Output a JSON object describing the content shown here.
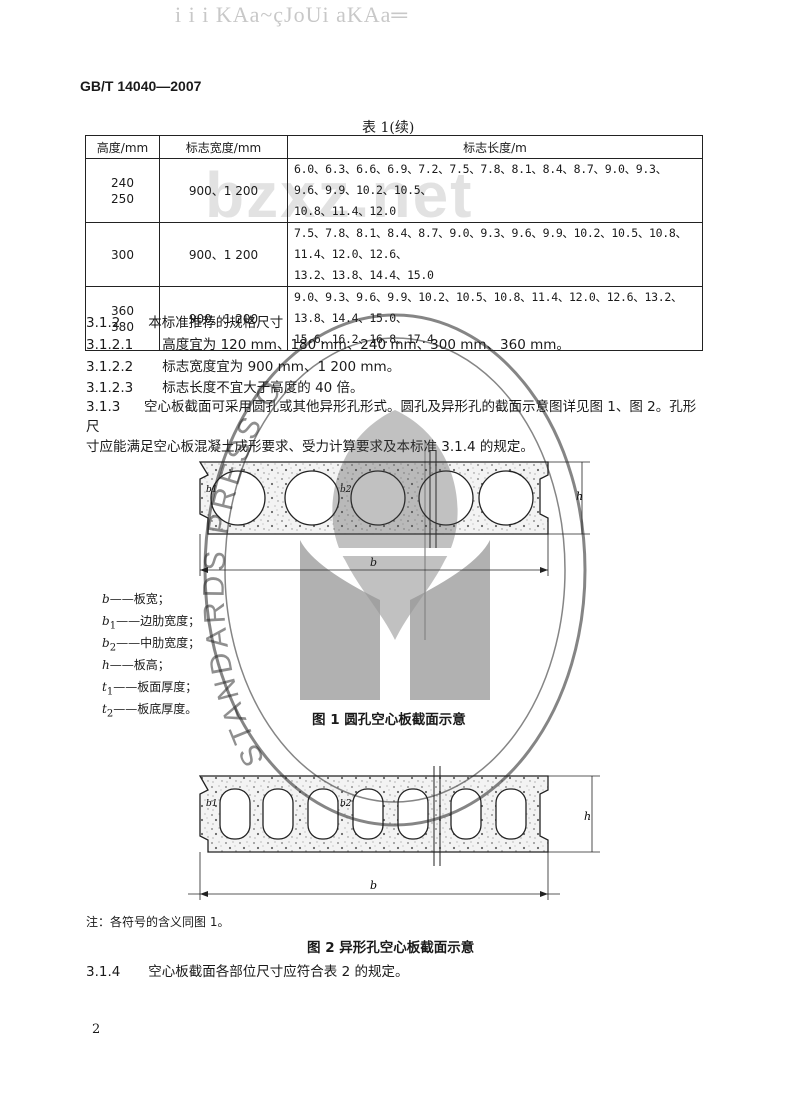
{
  "header": {
    "garbled_line": "i i i KAa~çJoUi aKAa═",
    "standard_number": "GB/T 14040—2007"
  },
  "table": {
    "caption": "表 1(续)",
    "headers": [
      "高度/mm",
      "标志宽度/mm",
      "标志长度/m"
    ],
    "rows": [
      {
        "height_lines": [
          "240",
          "250"
        ],
        "width": "900、1 200",
        "length_lines": [
          "6.0、6.3、6.6、6.9、7.2、7.5、7.8、8.1、8.4、8.7、9.0、9.3、9.6、9.9、10.2、10.5、",
          "10.8、11.4、12.0"
        ]
      },
      {
        "height_lines": [
          "300"
        ],
        "width": "900、1 200",
        "length_lines": [
          "7.5、7.8、8.1、8.4、8.7、9.0、9.3、9.6、9.9、10.2、10.5、10.8、11.4、12.0、12.6、",
          "13.2、13.8、14.4、15.0"
        ]
      },
      {
        "height_lines": [
          "360",
          "380"
        ],
        "width": "900、1 200",
        "length_lines": [
          "9.0、9.3、9.6、9.9、10.2、10.5、10.8、11.4、12.0、12.6、13.2、13.8、14.4、15.0、",
          "15.6、16.2、16.8、17.4"
        ]
      }
    ]
  },
  "clauses": [
    {
      "num": "3.1.2",
      "text": "本标准推荐的规格尺寸"
    },
    {
      "num": "3.1.2.1",
      "text": "高度宜为 120 mm、180 mm、240 mm、300 mm、360 mm。"
    },
    {
      "num": "3.1.2.2",
      "text": "标志宽度宜为 900 mm、1 200 mm。"
    },
    {
      "num": "3.1.2.3",
      "text": "标志长度不宜大于高度的 40 倍。"
    }
  ],
  "clause_313": {
    "num": "3.1.3",
    "line1": "空心板截面可采用圆孔或其他异形孔形式。圆孔及异形孔的截面示意图详见图 1、图 2。孔形尺",
    "line2": "寸应能满足空心板混凝土成形要求、受力计算要求及本标准 3.1.4 的规定。"
  },
  "legend": [
    {
      "sym": "b",
      "sub": "",
      "text": "——板宽；"
    },
    {
      "sym": "b",
      "sub": "1",
      "text": "——边肋宽度；"
    },
    {
      "sym": "b",
      "sub": "2",
      "text": "——中肋宽度；"
    },
    {
      "sym": "h",
      "sub": "",
      "text": "——板高；"
    },
    {
      "sym": "t",
      "sub": "1",
      "text": "——板面厚度；"
    },
    {
      "sym": "t",
      "sub": "2",
      "text": "——板底厚度。"
    }
  ],
  "figure1": {
    "caption": "图 1   圆孔空心板截面示意",
    "dim_b": "b",
    "dim_h": "h",
    "dim_b1": "b1",
    "dim_b2": "b2"
  },
  "figure2": {
    "caption": "图 2   异形孔空心板截面示意",
    "dim_b": "b",
    "dim_h": "h",
    "dim_b1": "b1",
    "dim_b2": "b2"
  },
  "note": "注：各符号的含义同图 1。",
  "clause_314": {
    "num": "3.1.4",
    "text": "空心板截面各部位尺寸应符合表 2 的规定。"
  },
  "page_number": "2",
  "watermark": {
    "text_net": "bzxz.net",
    "text_seal": "STANDARDS PRESS OF CHINA"
  }
}
